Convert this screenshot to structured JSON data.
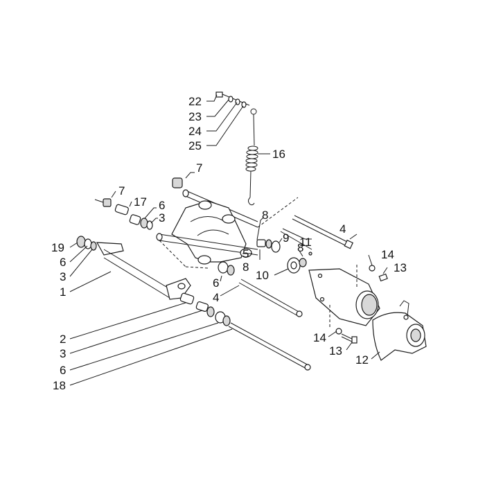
{
  "callouts": {
    "c22": "22",
    "c23": "23",
    "c24": "24",
    "c25": "25",
    "c16": "16",
    "c7a": "7",
    "c7b": "7",
    "c17": "17",
    "c6a": "6",
    "c3a": "3",
    "c8a": "8",
    "c4a": "4",
    "c9": "9",
    "c11": "11",
    "c8b": "8",
    "c5": "5",
    "c8c": "8",
    "c19": "19",
    "c6b": "6",
    "c3b": "3",
    "c1": "1",
    "c6c": "6",
    "c4b": "4",
    "c10": "10",
    "c14a": "14",
    "c13a": "13",
    "c14b": "14",
    "c13b": "13",
    "c12": "12",
    "c2": "2",
    "c3c": "3",
    "c6d": "6",
    "c18": "18"
  }
}
